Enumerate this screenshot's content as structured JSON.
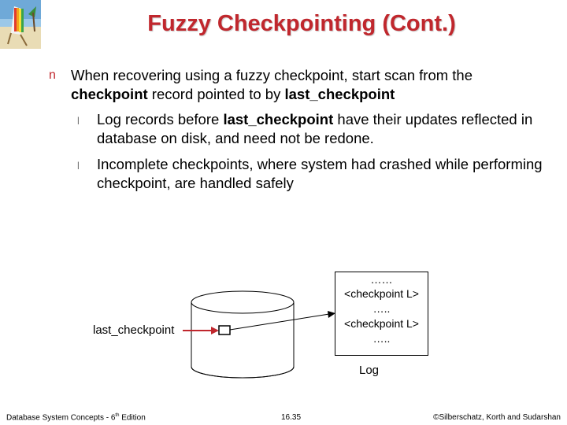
{
  "slide": {
    "title": "Fuzzy Checkpointing (Cont.)",
    "bullets": [
      {
        "marker": "n",
        "text_before": "When recovering using a fuzzy checkpoint, start scan from the",
        "bold_1": "checkpoint",
        "text_middle": " record pointed to by ",
        "bold_2": "last_checkpoint"
      }
    ],
    "sub_bullets": [
      {
        "marker": "l",
        "text_before": "Log records before ",
        "bold": "last_checkpoint",
        "text_after": " have their updates reflected in database on disk, and need not be redone."
      },
      {
        "marker": "l",
        "text": "Incomplete checkpoints, where system had crashed while performing checkpoint, are handled safely"
      }
    ]
  },
  "diagram": {
    "pointer_label": "last_checkpoint",
    "log_caption": "Log",
    "log_lines": [
      "……",
      "<checkpoint L>",
      "…..",
      "<checkpoint L>",
      "….."
    ],
    "colors": {
      "pointer_arrow": "#c0272d",
      "title": "#c0272d"
    }
  },
  "footer": {
    "left_prefix": "Database System Concepts - 6",
    "left_sup": "th",
    "left_suffix": " Edition",
    "center": "16.35",
    "right": "©Silberschatz, Korth and Sudarshan"
  }
}
